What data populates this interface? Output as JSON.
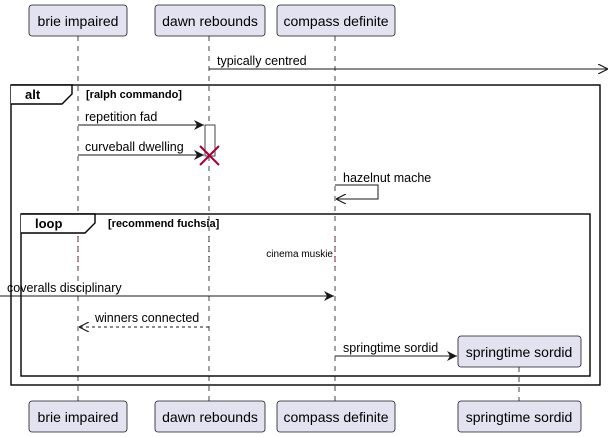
{
  "participants": {
    "brie": "brie impaired",
    "dawn": "dawn rebounds",
    "compass": "compass definite",
    "springtime": "springtime sordid"
  },
  "frames": {
    "alt": {
      "kind": "alt",
      "guard": "[ralph commando]"
    },
    "loop": {
      "kind": "loop",
      "guard": "[recommend fuchsia]"
    }
  },
  "messages": {
    "typically_centred": "typically centred",
    "repetition_fad": "repetition fad",
    "curveball_dwelling": "curveball dwelling",
    "hazelnut_mache": "hazelnut mache",
    "cinema_muskie": "cinema muskie",
    "coveralls_disciplinary": "coveralls disciplinary",
    "winners_connected": "winners connected",
    "springtime_sordid": "springtime sordid"
  },
  "colors": {
    "participant_fill": "#e2e2f0",
    "participant_border": "#181818",
    "lifeline": "#181818",
    "destroy_mark": "#a80036",
    "frame_border": "#000000"
  }
}
